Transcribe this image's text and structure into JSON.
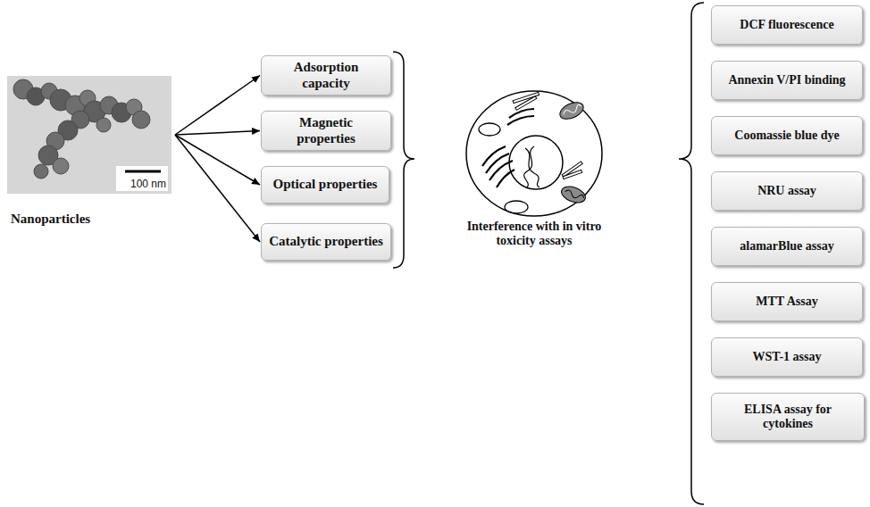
{
  "diagram": {
    "nodes": [
      {
        "text": [
          "100 nm",
          "Nanoparticles"
        ]
      },
      {
        "text": [
          "Adsorption capacity"
        ]
      },
      {
        "text": [
          "Magnetic properties"
        ]
      },
      {
        "text": [
          "Optical properties"
        ]
      },
      {
        "text": [
          "Catalytic properties"
        ]
      },
      {
        "text": [
          "Interference with in vitro toxicity assays"
        ]
      },
      {
        "text": [
          "DCF fluorescence"
        ]
      },
      {
        "text": [
          "Annexin V/PI binding"
        ]
      },
      {
        "text": [
          "Coomassie blue dye"
        ]
      },
      {
        "text": [
          "NRU assay"
        ]
      },
      {
        "text": [
          "alamarBlue assay"
        ]
      },
      {
        "text": [
          "MTT Assay"
        ]
      },
      {
        "text": [
          "WST-1 assay"
        ]
      },
      {
        "text": [
          "ELISA assay for cytokines"
        ]
      }
    ],
    "edges": [
      {
        "from": 0,
        "to": 1,
        "arrow": "to"
      },
      {
        "from": 0,
        "to": 2,
        "arrow": "to"
      },
      {
        "from": 0,
        "to": 3,
        "arrow": "to"
      },
      {
        "from": 0,
        "to": 4,
        "arrow": "to"
      }
    ]
  }
}
